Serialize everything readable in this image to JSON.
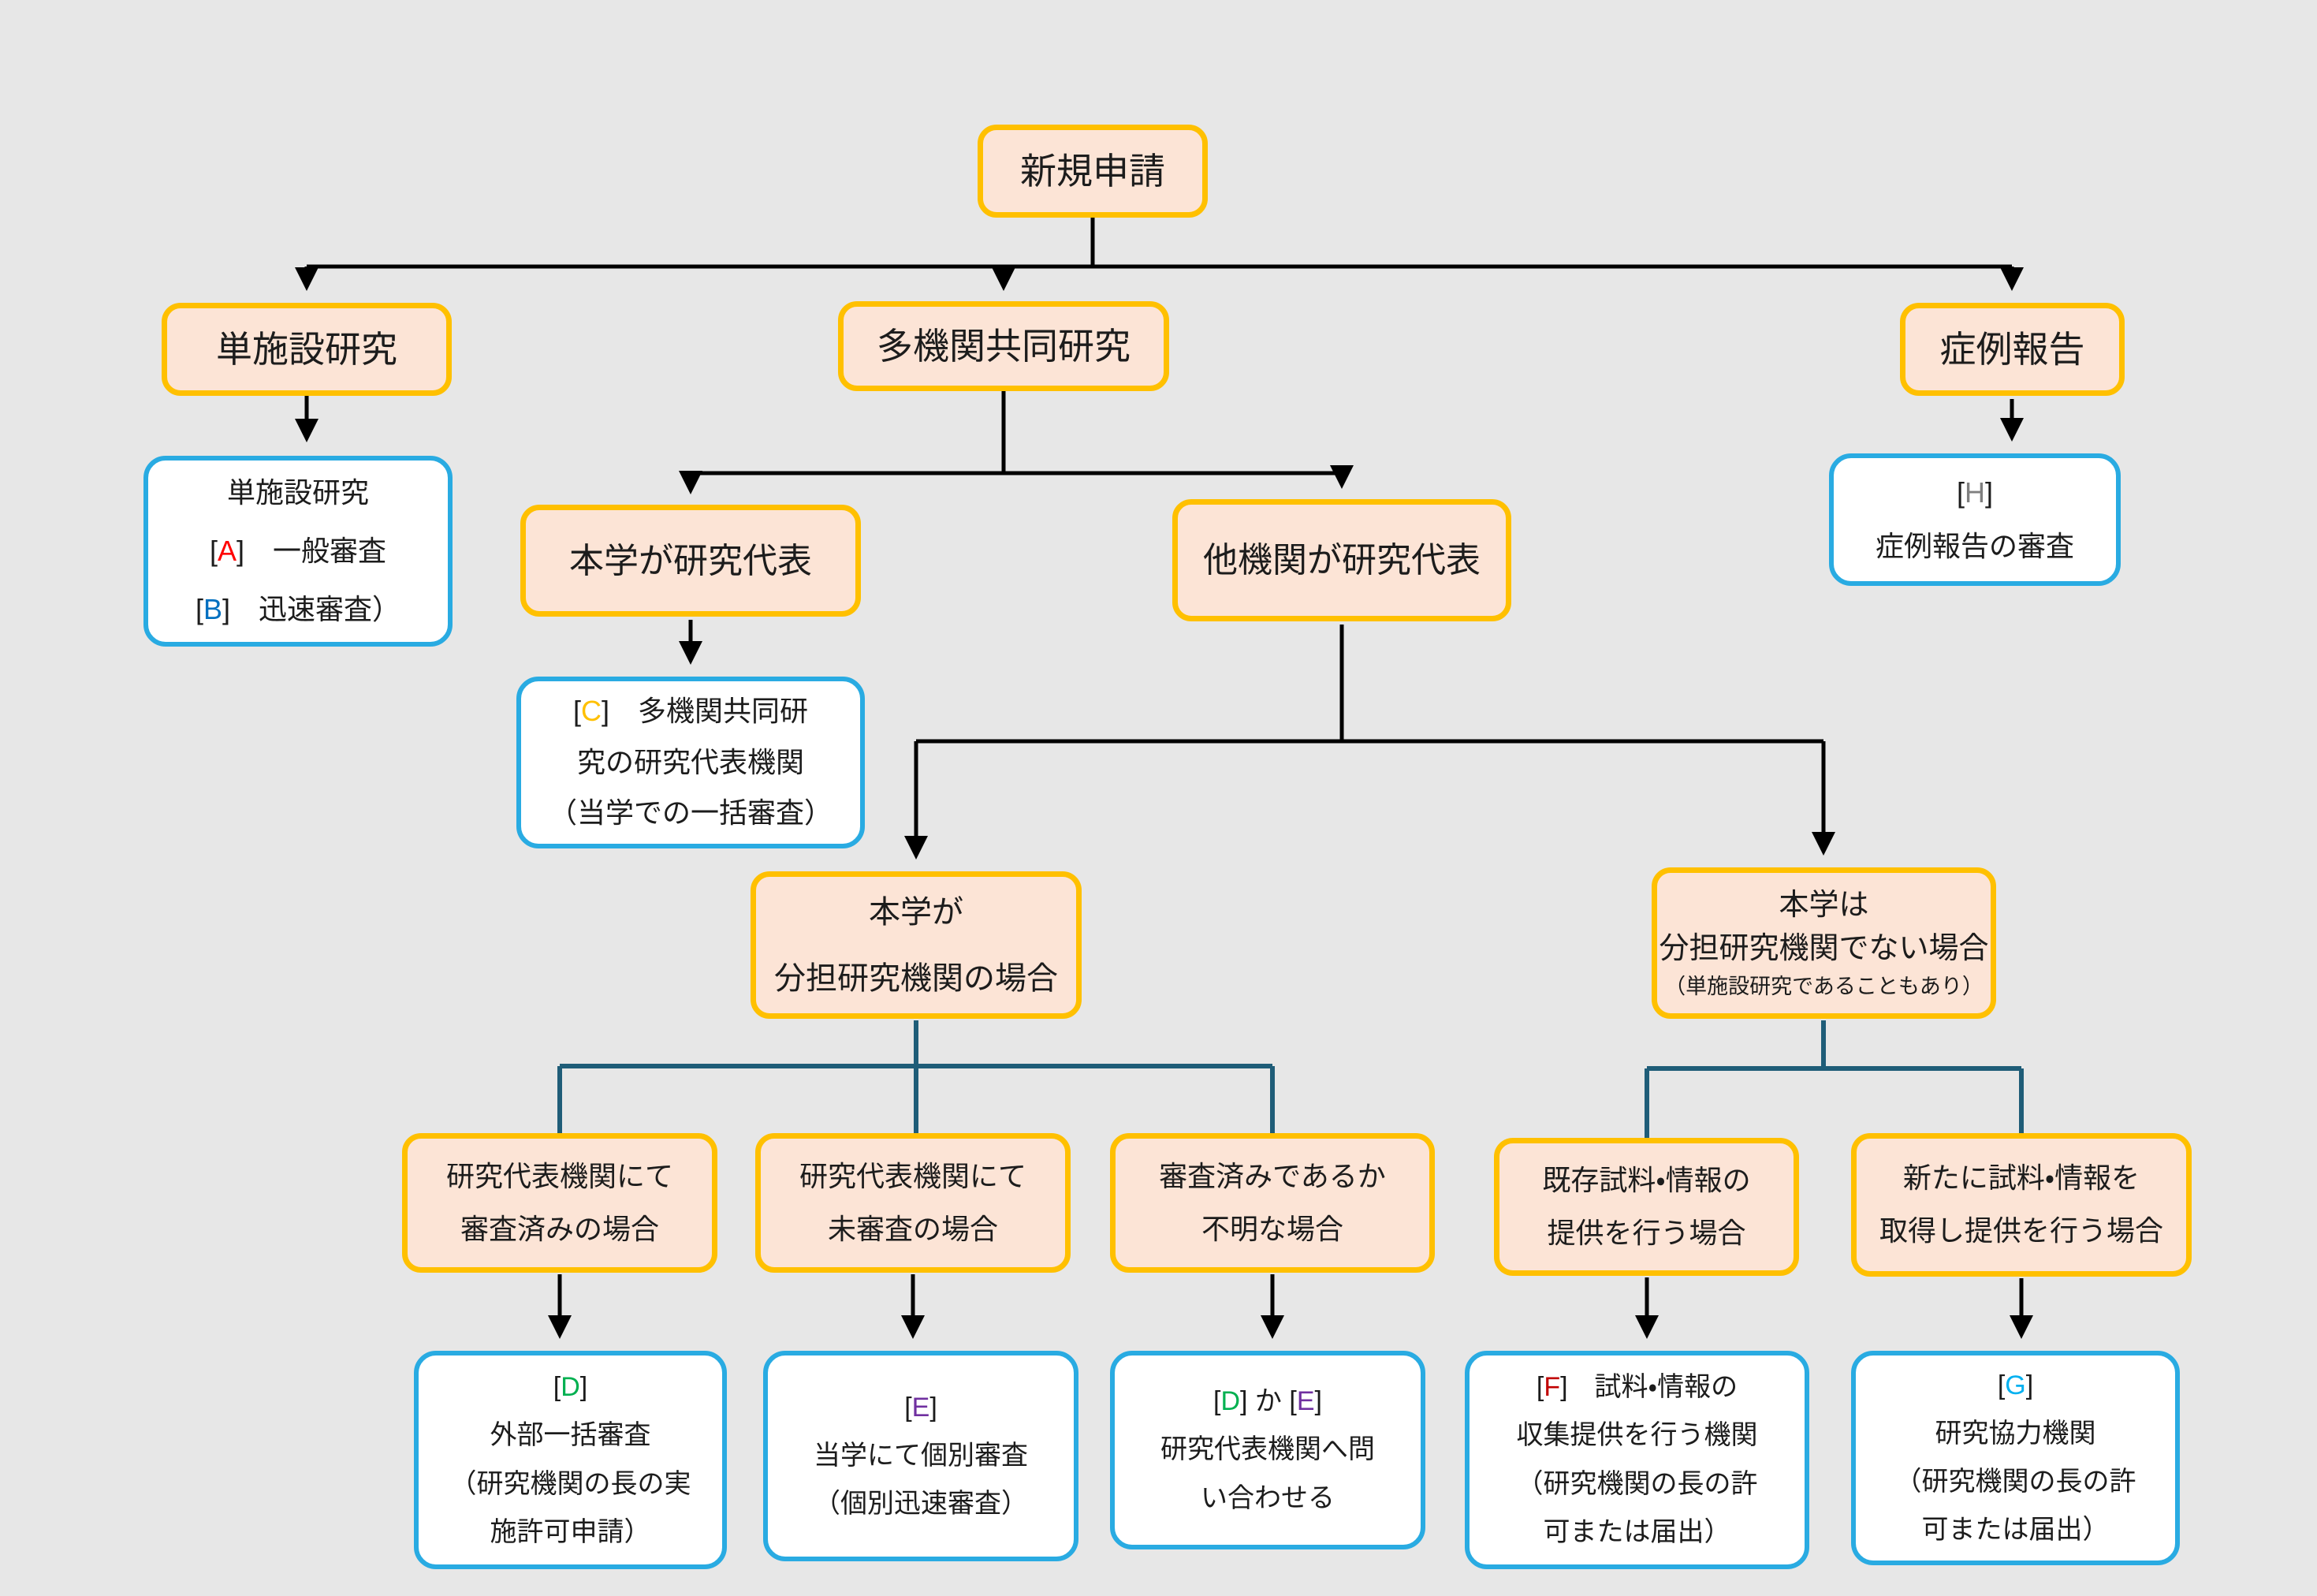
{
  "page": {
    "background_color": "#e7e7e7",
    "box_fill_orange": "#fce4d6",
    "box_border_orange": "#ffc000",
    "box_fill_blue_bordered": "#ffffff",
    "box_border_blue": "#29abe2",
    "connector_black": "#000000",
    "connector_teal": "#1f5d78",
    "tag_colors": {
      "A": "#ff0000",
      "B": "#0070c0",
      "C": "#ffc000",
      "D": "#00b050",
      "E": "#7030a0",
      "F": "#c00000",
      "G": "#00b0f0",
      "H": "#7f7f7f"
    }
  },
  "nodes": {
    "shinki": {
      "lines": [
        {
          "segs": [
            {
              "t": "新規申請"
            }
          ]
        }
      ]
    },
    "tanshisetsu": {
      "lines": [
        {
          "segs": [
            {
              "t": "単施設研究"
            }
          ]
        }
      ]
    },
    "takikan": {
      "lines": [
        {
          "segs": [
            {
              "t": "多機関共同研究"
            }
          ]
        }
      ]
    },
    "shorei": {
      "lines": [
        {
          "segs": [
            {
              "t": "症例報告"
            }
          ]
        }
      ]
    },
    "ab": {
      "lines": [
        {
          "segs": [
            {
              "t": "単施設研究"
            }
          ]
        },
        {
          "segs": [
            {
              "t": "["
            },
            {
              "t": "A",
              "c": "#ff0000"
            },
            {
              "t": "]"
            },
            {
              "t": "　一般審査"
            }
          ]
        },
        {
          "segs": [
            {
              "t": "["
            },
            {
              "t": "B",
              "c": "#0070c0"
            },
            {
              "t": "]"
            },
            {
              "t": "　迅速審査）"
            }
          ]
        }
      ]
    },
    "hongaku_daihyo": {
      "lines": [
        {
          "segs": [
            {
              "t": "本学が研究代表"
            }
          ]
        }
      ]
    },
    "takikan_daihyo": {
      "lines": [
        {
          "segs": [
            {
              "t": "他機関が研究代表"
            }
          ]
        }
      ]
    },
    "h": {
      "lines": [
        {
          "segs": [
            {
              "t": "["
            },
            {
              "t": "H",
              "c": "#7f7f7f"
            },
            {
              "t": "]"
            }
          ]
        },
        {
          "segs": [
            {
              "t": "症例報告の審査"
            }
          ]
        }
      ]
    },
    "c": {
      "lines": [
        {
          "segs": [
            {
              "t": "["
            },
            {
              "t": "C",
              "c": "#ffc000"
            },
            {
              "t": "]"
            },
            {
              "t": "　多機関共同研"
            }
          ]
        },
        {
          "segs": [
            {
              "t": "究の研究代表機関"
            }
          ]
        },
        {
          "segs": [
            {
              "t": "（当学での一括審査）"
            }
          ]
        }
      ]
    },
    "bundan": {
      "lines": [
        {
          "segs": [
            {
              "t": "本学が"
            }
          ]
        },
        {
          "segs": [
            {
              "t": "分担研究機関の場合"
            }
          ]
        }
      ]
    },
    "notbundan": {
      "lines": [
        {
          "segs": [
            {
              "t": "本学は"
            }
          ]
        },
        {
          "segs": [
            {
              "t": "分担研究機関でない場合"
            }
          ]
        },
        {
          "small": true,
          "segs": [
            {
              "t": "（単施設研究であることもあり）"
            }
          ]
        }
      ]
    },
    "r5a": {
      "lines": [
        {
          "segs": [
            {
              "t": "研究代表機関にて"
            }
          ]
        },
        {
          "segs": [
            {
              "t": "審査済みの場合"
            }
          ]
        }
      ]
    },
    "r5b": {
      "lines": [
        {
          "segs": [
            {
              "t": "研究代表機関にて"
            }
          ]
        },
        {
          "segs": [
            {
              "t": "未審査の場合"
            }
          ]
        }
      ]
    },
    "r5c": {
      "lines": [
        {
          "segs": [
            {
              "t": "審査済みであるか"
            }
          ]
        },
        {
          "segs": [
            {
              "t": "不明な場合"
            }
          ]
        }
      ]
    },
    "r5d": {
      "lines": [
        {
          "segs": [
            {
              "t": "既存試料・情報の"
            }
          ]
        },
        {
          "segs": [
            {
              "t": "提供を行う場合"
            }
          ]
        }
      ]
    },
    "r5e": {
      "lines": [
        {
          "segs": [
            {
              "t": "新たに試料・情報を"
            }
          ]
        },
        {
          "segs": [
            {
              "t": "取得し提供を行う場合"
            }
          ]
        }
      ]
    },
    "d": {
      "lines": [
        {
          "segs": [
            {
              "t": "["
            },
            {
              "t": "D",
              "c": "#00b050"
            },
            {
              "t": "]"
            }
          ]
        },
        {
          "segs": [
            {
              "t": "外部一括審査"
            }
          ]
        },
        {
          "segs": [
            {
              "t": "（研究機関の長の実"
            }
          ]
        },
        {
          "segs": [
            {
              "t": "施許可申請）"
            }
          ]
        }
      ]
    },
    "e": {
      "lines": [
        {
          "segs": [
            {
              "t": "["
            },
            {
              "t": "E",
              "c": "#7030a0"
            },
            {
              "t": "]"
            }
          ]
        },
        {
          "segs": [
            {
              "t": "当学にて個別審査"
            }
          ]
        },
        {
          "segs": [
            {
              "t": "（個別迅速審査）"
            }
          ]
        }
      ]
    },
    "de": {
      "lines": [
        {
          "segs": [
            {
              "t": "["
            },
            {
              "t": "D",
              "c": "#00b050"
            },
            {
              "t": "]"
            },
            {
              "t": " か "
            },
            {
              "t": "["
            },
            {
              "t": "E",
              "c": "#7030a0"
            },
            {
              "t": "]"
            }
          ]
        },
        {
          "segs": [
            {
              "t": "研究代表機関へ問"
            }
          ]
        },
        {
          "segs": [
            {
              "t": "い合わせる"
            }
          ]
        }
      ]
    },
    "f": {
      "lines": [
        {
          "segs": [
            {
              "t": "["
            },
            {
              "t": "F",
              "c": "#c00000"
            },
            {
              "t": "]"
            },
            {
              "t": "　試料・情報の"
            }
          ]
        },
        {
          "segs": [
            {
              "t": "収集提供を行う機関"
            }
          ]
        },
        {
          "segs": [
            {
              "t": "（研究機関の長の許"
            }
          ]
        },
        {
          "segs": [
            {
              "t": "可または届出）"
            }
          ]
        }
      ]
    },
    "g": {
      "lines": [
        {
          "segs": [
            {
              "t": "["
            },
            {
              "t": "G",
              "c": "#00b0f0"
            },
            {
              "t": "]"
            }
          ]
        },
        {
          "segs": [
            {
              "t": "研究協力機関"
            }
          ]
        },
        {
          "segs": [
            {
              "t": "（研究機関の長の許"
            }
          ]
        },
        {
          "segs": [
            {
              "t": "可または届出）"
            }
          ]
        }
      ]
    }
  }
}
